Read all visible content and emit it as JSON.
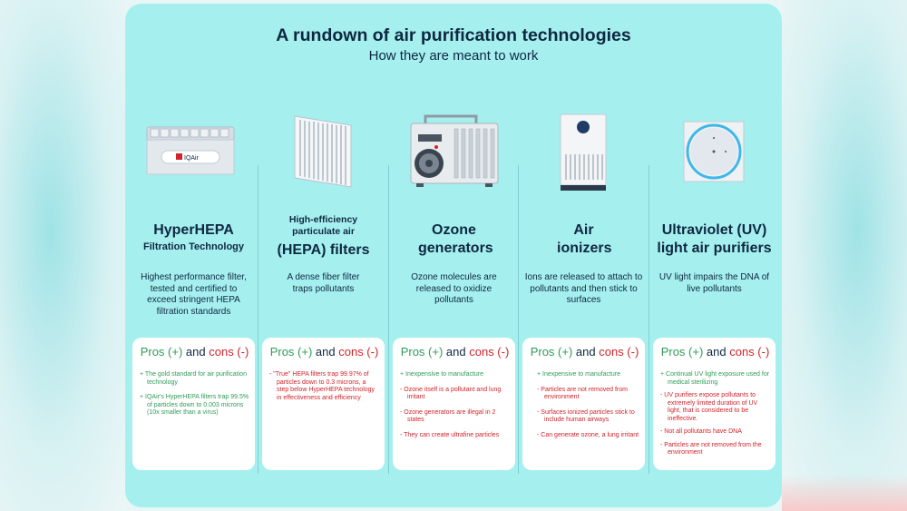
{
  "header": {
    "title": "A rundown of air purification technologies",
    "subtitle": "How they are meant to work"
  },
  "pros_label": "Pros (+)",
  "and_label": "and",
  "cons_label": "cons (-)",
  "columns": [
    {
      "image": "hyperhepa-purifier-icon",
      "brand_badge": "IQAir",
      "name_small": "",
      "name_big": "HyperHEPA",
      "name_small_after": "Filtration Technology",
      "description": "Highest performance filter, tested and certified to exceed stringent HEPA filtration standards",
      "items": [
        {
          "type": "pro",
          "text": "+ The gold standard for air purification technology"
        },
        {
          "type": "pro",
          "text": "+ IQAir's HyperHEPA filters trap 99.5% of particles down to 0.003 microns (10x smaller than a virus)"
        }
      ]
    },
    {
      "image": "hepa-filter-icon",
      "name_small": "High-efficiency particulate air",
      "name_big": "(HEPA) filters",
      "name_small_after": "",
      "description": "A dense fiber filter traps pollutants",
      "items": [
        {
          "type": "con",
          "text": "- \"True\" HEPA filters trap 99.97% of particles down to 0.3 microns, a step below HyperHEPA technology in effectiveness and efficiency"
        }
      ]
    },
    {
      "image": "ozone-generator-icon",
      "name_small": "",
      "name_big": "Ozone generators",
      "name_small_after": "",
      "description": "Ozone molecules are released to oxidize pollutants",
      "items": [
        {
          "type": "pro",
          "text": "+ Inexpensive to manufacture"
        },
        {
          "type": "con",
          "text": "- Ozone itself is a pollutant and lung irritant"
        },
        {
          "type": "con",
          "text": "- Ozone generators are illegal in 2 states"
        },
        {
          "type": "con",
          "text": "- They can create ultrafine particles"
        }
      ]
    },
    {
      "image": "air-ionizer-icon",
      "name_small": "",
      "name_big": "Air ionizers",
      "name_small_after": "",
      "description": "Ions are released to attach to pollutants and then stick to surfaces",
      "items": [
        {
          "type": "pro",
          "text": "+ Inexpensive to manufacture"
        },
        {
          "type": "con",
          "text": "- Particles are not removed from environment"
        },
        {
          "type": "con",
          "text": "- Surfaces ionized particles stick to include human airways"
        },
        {
          "type": "con",
          "text": "- Can generate ozone, a lung irritant"
        }
      ]
    },
    {
      "image": "uv-purifier-icon",
      "name_small": "",
      "name_big": "Ultraviolet (UV) light air purifiers",
      "name_small_after": "",
      "description": "UV light impairs the DNA of live pollutants",
      "items": [
        {
          "type": "pro",
          "text": "+ Continual UV light exposure used for medical sterilizing"
        },
        {
          "type": "con",
          "text": "- UV purifiers expose pollutants to extremely limited duration of UV light, that is considered to be ineffective."
        },
        {
          "type": "con",
          "text": "- Not all pollutants have DNA"
        },
        {
          "type": "con",
          "text": "- Particles are not removed from the environment"
        }
      ]
    }
  ],
  "colors": {
    "panel": "#a5f0ef",
    "title": "#0f2740",
    "pro": "#2e9c5a",
    "con": "#d2232a",
    "card": "#ffffff"
  }
}
